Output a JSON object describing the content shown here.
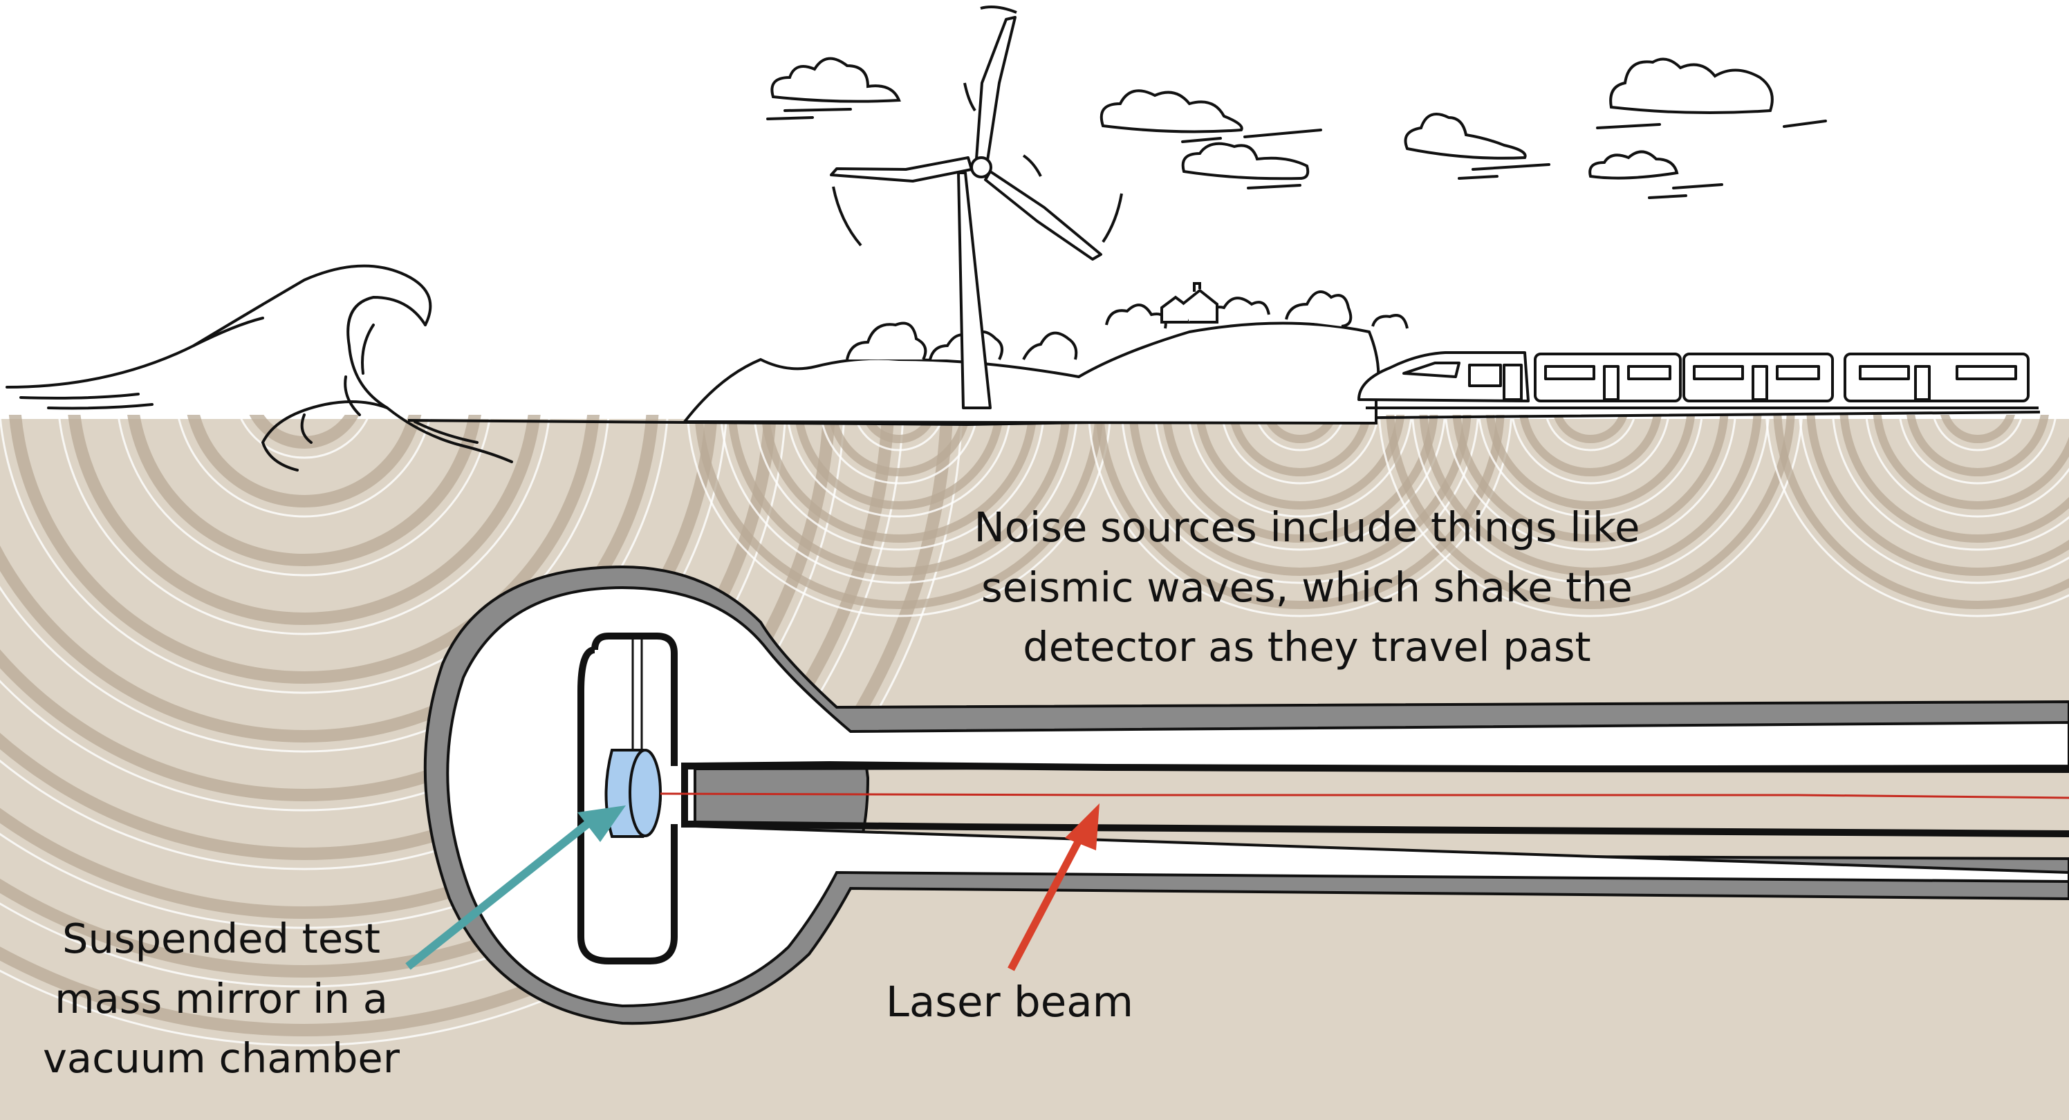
{
  "colors": {
    "ground": "#ddd4c6",
    "wave_band": "#b8aa96",
    "tunnel_wall": "#8a8a8a",
    "mirror": "#a9ccef",
    "pointer_mirror": "#4fa3a6",
    "pointer_laser": "#d9412b",
    "laser_beam": "#c62a1f",
    "ink": "#111111"
  },
  "icons": [
    "wave-icon",
    "wind-turbine-icon",
    "cloud-icon",
    "hill-icon",
    "house-icon",
    "tree-icon",
    "train-icon"
  ],
  "annotations": {
    "noise": {
      "lines": [
        "Noise sources include things like",
        "seismic waves, which shake the",
        "detector as they travel past"
      ]
    },
    "mirror": {
      "lines": [
        "Suspended test",
        "mass mirror in a",
        "vacuum chamber"
      ]
    },
    "laser": {
      "lines": [
        "Laser beam"
      ]
    }
  }
}
